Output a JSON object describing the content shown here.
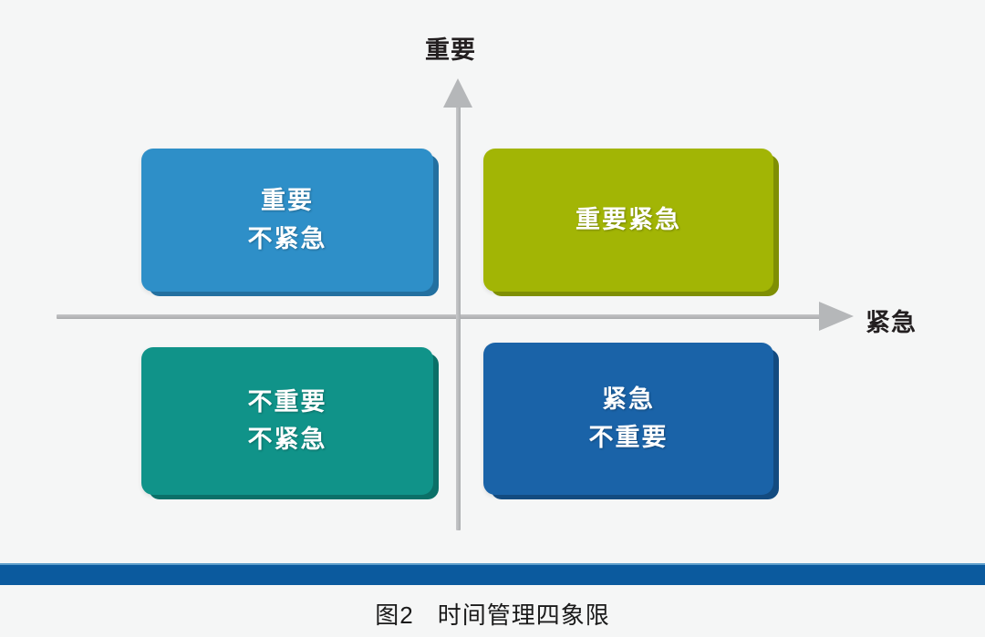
{
  "figure": {
    "background_color": "#f5f6f6",
    "axes": {
      "vertical_label": "重要",
      "horizontal_label": "紧急",
      "axis_color": "#b5b7b9"
    },
    "quadrants": [
      {
        "id": "important-not-urgent",
        "position": "top-left",
        "lines": [
          "重要",
          "不紧急"
        ],
        "color": "#2e8fc8",
        "shadow_color": "#2370a0"
      },
      {
        "id": "important-urgent",
        "position": "top-right",
        "lines": [
          "重要紧急"
        ],
        "color": "#a2b505",
        "shadow_color": "#7f8f04"
      },
      {
        "id": "not-important-not-urgent",
        "position": "bottom-left",
        "lines": [
          "不重要",
          "不紧急"
        ],
        "color": "#109389",
        "shadow_color": "#0b7068"
      },
      {
        "id": "urgent-not-important",
        "position": "bottom-right",
        "lines": [
          "紧急",
          "不重要"
        ],
        "color": "#1a63a8",
        "shadow_color": "#134b80"
      }
    ],
    "divider_bar_color": "#0b5a9e",
    "caption": {
      "number": "图2",
      "title": "时间管理四象限"
    }
  }
}
